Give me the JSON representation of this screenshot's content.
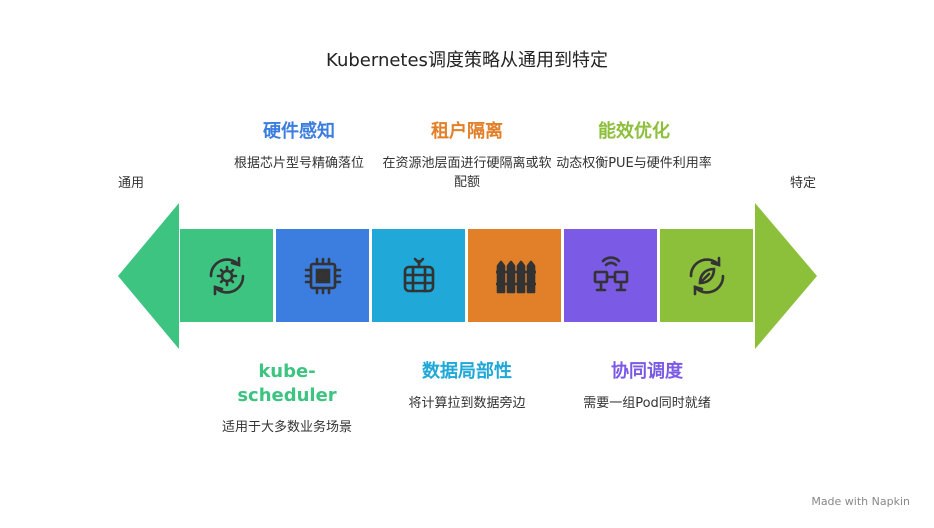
{
  "title": "Kubernetes调度策略从通用到特定",
  "left_end_label": "通用",
  "right_end_label": "特定",
  "colors": {
    "green": "#3cc480",
    "blue": "#3c7de0",
    "cyan": "#1fa8d8",
    "orange": "#e2802a",
    "purple": "#7b5ae6",
    "lime": "#8cbf3a"
  },
  "segments": [
    {
      "name": "kube-scheduler",
      "icon": "gear-cycle-icon",
      "color": "#3cc480"
    },
    {
      "name": "硬件感知",
      "icon": "chip-icon",
      "color": "#3c7de0"
    },
    {
      "name": "数据局部性",
      "icon": "database-icon",
      "color": "#1fa8d8"
    },
    {
      "name": "租户隔离",
      "icon": "fence-icon",
      "color": "#e2802a"
    },
    {
      "name": "协同调度",
      "icon": "network-nodes-icon",
      "color": "#7b5ae6"
    },
    {
      "name": "能效优化",
      "icon": "leaf-cycle-icon",
      "color": "#8cbf3a"
    }
  ],
  "top": [
    {
      "heading": "硬件感知",
      "desc": "根据芯片型号精确落位"
    },
    {
      "heading": "租户隔离",
      "desc": "在资源池层面进行硬隔离或软配额"
    },
    {
      "heading": "能效优化",
      "desc": "动态权衡PUE与硬件利用率"
    }
  ],
  "bottom": [
    {
      "heading": "kube-scheduler",
      "desc": "适用于大多数业务场景"
    },
    {
      "heading": "数据局部性",
      "desc": "将计算拉到数据旁边"
    },
    {
      "heading": "协同调度",
      "desc": "需要一组Pod同时就绪"
    }
  ],
  "watermark": "Made with Napkin"
}
